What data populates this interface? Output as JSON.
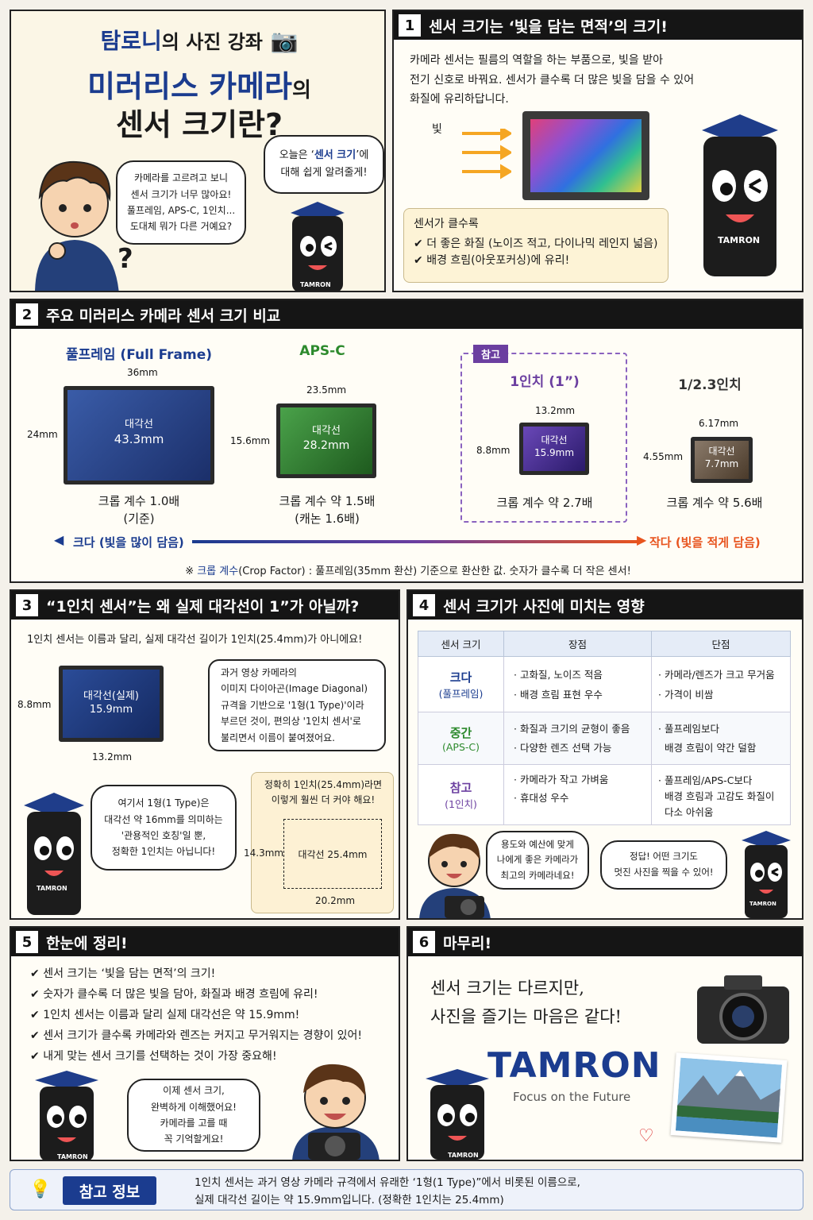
{
  "hero": {
    "title1a": "탐로니",
    "title1b": "의 사진 강좌",
    "title2a": "미러리스 카메라",
    "title2b": "의",
    "title3": "센서 크기란?",
    "boy_bubble": "카메라를 고르려고 보니\n센서 크기가 너무 많아요!\n풀프레임, APS-C, 1인치...\n도대체 뭐가 다른 거예요?",
    "lens_bubble_pre": "오늘은 ‘",
    "lens_bubble_hl": "센서 크기",
    "lens_bubble_post": "’에\n대해 쉽게 알려줄게!",
    "question": "?",
    "mascot_label": "TAMRON"
  },
  "s1": {
    "num": "1",
    "title": "센서 크기는 ‘빛을 담는 면적’의 크기!",
    "body": "카메라 센서는 필름의 역할을 하는 부품으로, 빛을 받아\n전기 신호로 바꿔요. 센서가 클수록 더 많은 빛을 담을 수 있어\n화질에 유리하답니다.",
    "light": "빛",
    "box_title": "센서가 클수록",
    "items": [
      "더 좋은 화질 (노이즈 적고, 다이나믹 레인지 넓음)",
      "배경 흐림(아웃포커싱)에 유리!"
    ],
    "mascot_label": "TAMRON"
  },
  "s2": {
    "num": "2",
    "title": "주요 미러리스 카메라 센서 크기 비교",
    "ref_tag": "참고",
    "sensors": [
      {
        "name": "풀프레임 (Full Frame)",
        "w": "36mm",
        "h": "24mm",
        "diag_label": "대각선",
        "diag": "43.3mm",
        "crop": "크롭 계수 1.0배",
        "note": "(기준)"
      },
      {
        "name": "APS-C",
        "w": "23.5mm",
        "h": "15.6mm",
        "diag_label": "대각선",
        "diag": "28.2mm",
        "crop": "크롭 계수 약 1.5배",
        "note": "(캐논 1.6배)"
      },
      {
        "name": "1인치 (1”)",
        "w": "13.2mm",
        "h": "8.8mm",
        "diag_label": "대각선",
        "diag": "15.9mm",
        "crop": "크롭 계수 약 2.7배",
        "note": ""
      },
      {
        "name": "1/2.3인치",
        "w": "6.17mm",
        "h": "4.55mm",
        "diag_label": "대각선",
        "diag": "7.7mm",
        "crop": "크롭 계수 약 5.6배",
        "note": ""
      }
    ],
    "big": "크다 (빛을 많이 담음)",
    "small": "작다 (빛을 적게 담음)",
    "footnote_pre": "※ ",
    "footnote_hl": "크롭 계수",
    "footnote_post": "(Crop Factor) : 풀프레임(35mm 환산) 기준으로 환산한 값. 숫자가 클수록 더 작은 센서!"
  },
  "s3": {
    "num": "3",
    "title": "“1인치 센서”는 왜 실제 대각선이 1”가 아닐까?",
    "intro": "1인치 센서는 이름과 달리, 실제 대각선 길이가 1인치(25.4mm)가 아니에요!",
    "sensor_diag": "대각선(실제)\n15.9mm",
    "h": "8.8mm",
    "w": "13.2mm",
    "bubble1": "과거 영상 카메라의\n이미지 다이아곤(Image Diagonal)\n규격을 기반으로 '1형(1 Type)'이라\n부르던 것이, 편의상 '1인치 센서'로\n불리면서 이름이 붙여졌어요.",
    "bubble2": "여기서 1형(1 Type)은\n대각선 약 16mm를 의미하는\n'관용적인 호칭'일 뿐,\n정확한 1인치는 아닙니다!",
    "exact_title": "정확히 1인치(25.4mm)라면\n이렇게 훨씬 더 커야 해요!",
    "exact_diag": "대각선 25.4mm",
    "exact_h": "14.3mm",
    "exact_w": "20.2mm",
    "mascot_label": "TAMRON"
  },
  "s4": {
    "num": "4",
    "title": "센서 크기가 사진에 미치는 영향",
    "headers": [
      "센서 크기",
      "장점",
      "단점"
    ],
    "rows": [
      {
        "size": "크다",
        "sub": "(풀프레임)",
        "pros": [
          "· 고화질, 노이즈 적음",
          "· 배경 흐림 표현 우수"
        ],
        "cons": [
          "· 카메라/렌즈가 크고 무거움",
          "· 가격이 비쌈"
        ]
      },
      {
        "size": "중간",
        "sub": "(APS-C)",
        "pros": [
          "· 화질과 크기의 균형이 좋음",
          "· 다양한 렌즈 선택 가능"
        ],
        "cons": [
          "· 풀프레임보다",
          "  배경 흐림이 약간 덜함"
        ]
      },
      {
        "size": "참고",
        "sub": "(1인치)",
        "pros": [
          "· 카메라가 작고 가벼움",
          "· 휴대성 우수"
        ],
        "cons": [
          "· 풀프레임/APS-C보다",
          "  배경 흐림과 고감도 화질이",
          "  다소 아쉬움"
        ]
      }
    ],
    "boy_bubble": "용도와 예산에 맞게\n나에게 좋은 카메라가\n최고의 카메라네요!",
    "lens_bubble": "정답! 어떤 크기도\n멋진 사진을 찍을 수 있어!",
    "mascot_label": "TAMRON"
  },
  "s5": {
    "num": "5",
    "title": "한눈에 정리!",
    "items": [
      "센서 크기는 ‘빛을 담는 면적’의 크기!",
      "숫자가 클수록 더 많은 빛을 담아, 화질과 배경 흐림에 유리!",
      "1인치 센서는 이름과 달리 실제 대각선은 약 15.9mm!",
      "센서 크기가 클수록 카메라와 렌즈는 커지고 무거워지는 경향이 있어!",
      "내게 맞는 센서 크기를 선택하는 것이 가장 중요해!"
    ],
    "bubble": "이제 센서 크기,\n완벽하게 이해했어요!\n카메라를 고를 때\n꼭 기억할게요!",
    "mascot_label": "TAMRON"
  },
  "s6": {
    "num": "6",
    "title": "마무리!",
    "line1": "센서 크기는 다르지만,",
    "line2": "사진을 즐기는 마음은 같다!",
    "brand": "TAMRON",
    "tagline": "Focus on the Future",
    "mascot_label": "TAMRON"
  },
  "footer": {
    "label": "참고 정보",
    "text": "1인치 센서는 과거 영상 카메라 규격에서 유래한 ‘1형(1 Type)”에서 비롯된 이름으로,\n실제 대각선 길이는 약 15.9mm입니다. (정확한 1인치는 25.4mm)"
  },
  "colors": {
    "navy": "#1b3c8f",
    "header": "#151515",
    "purple": "#6b3fa0",
    "orange": "#e8541e"
  }
}
